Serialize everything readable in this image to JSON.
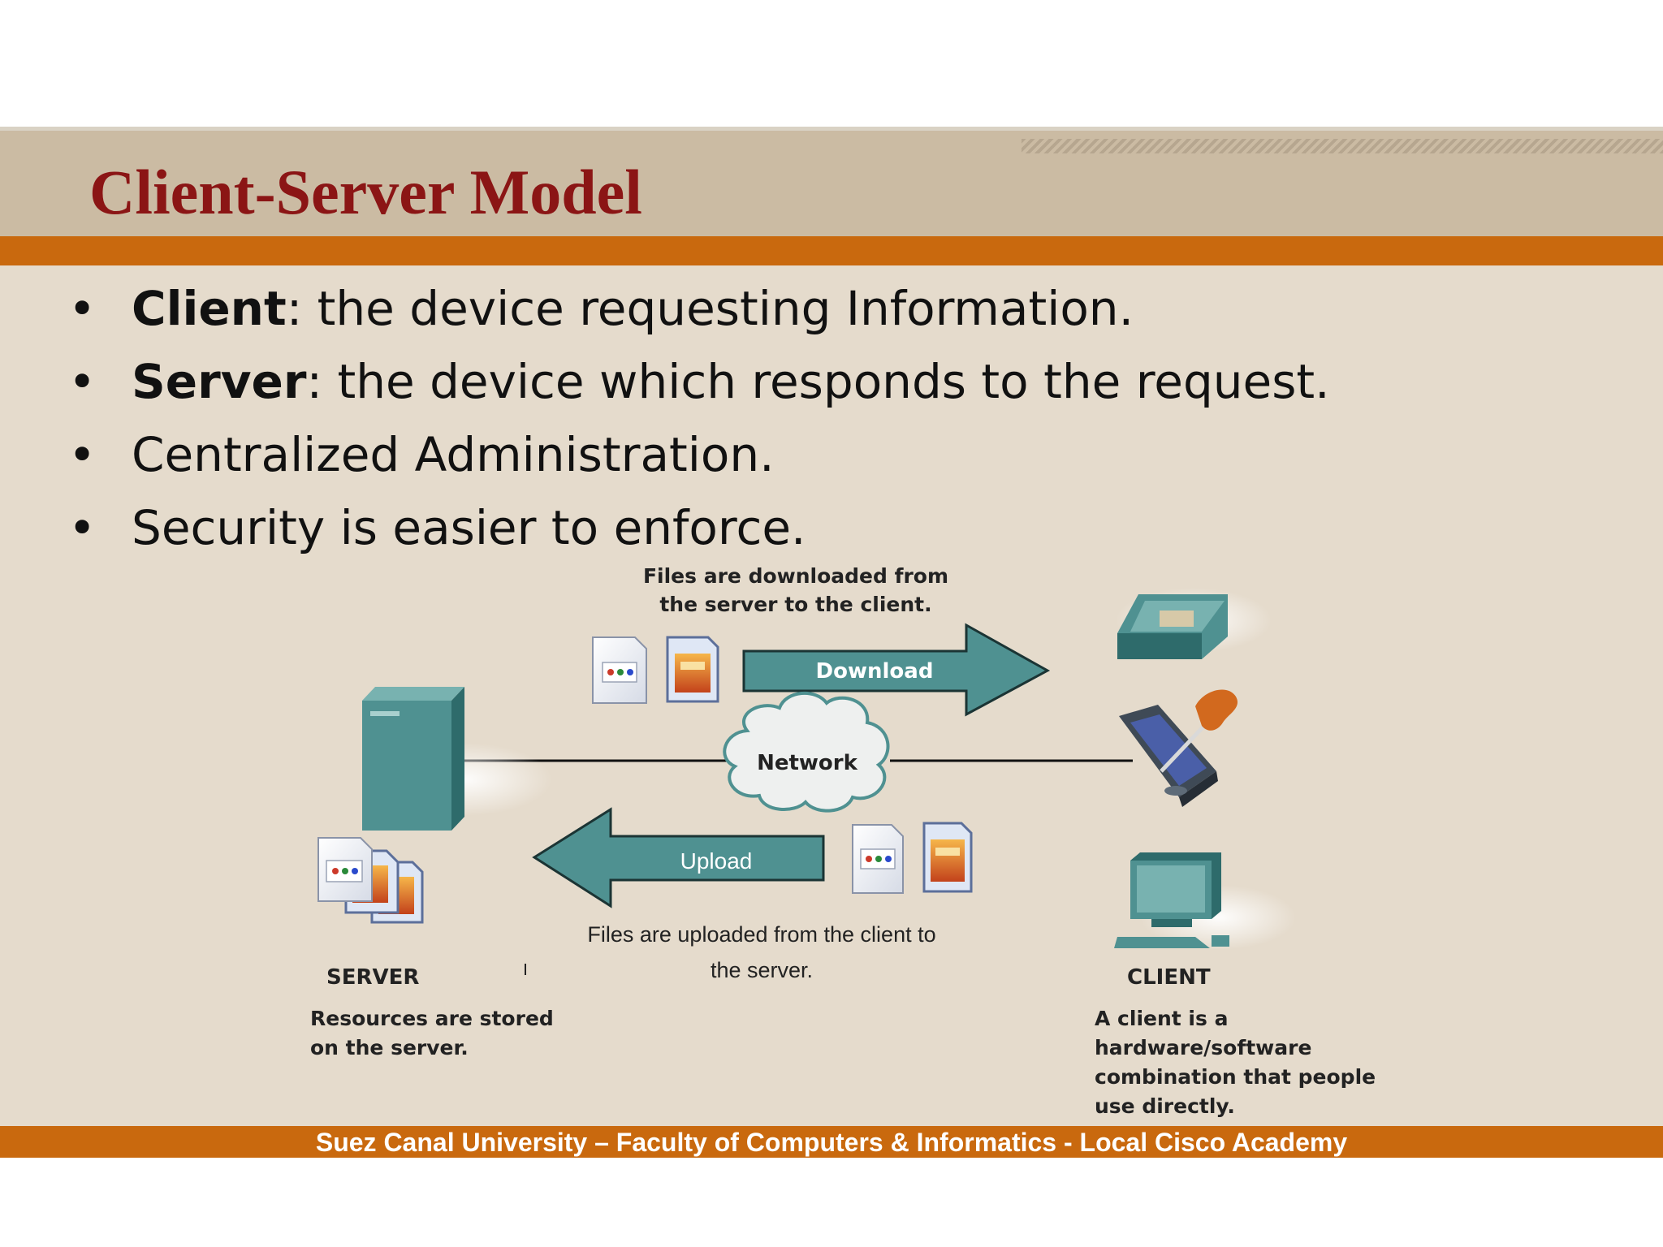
{
  "slide": {
    "title": "Client-Server Model",
    "bullets": [
      {
        "bold": "Client",
        "rest": ": the device requesting Information."
      },
      {
        "bold": "Server",
        "rest": ": the device which responds to the request."
      },
      {
        "bold": "",
        "rest": "Centralized Administration."
      },
      {
        "bold": "",
        "rest": "Security is easier to enforce."
      }
    ],
    "footer": "Suez Canal University – Faculty of Computers & Informatics - Local Cisco Academy"
  },
  "diagram": {
    "download_caption_line1": "Files are downloaded from",
    "download_caption_line2": "the server to the client.",
    "download_label": "Download",
    "network_label": "Network",
    "upload_label": "Upload",
    "upload_caption_line1": "Files are uploaded from the client to",
    "upload_caption_line2": "the server.",
    "server_label": "SERVER",
    "server_desc_line1": "Resources are stored",
    "server_desc_line2": "on the server.",
    "client_label": "CLIENT",
    "client_desc_line1": "A client is a",
    "client_desc_line2": "hardware/software",
    "client_desc_line3": "combination that people",
    "client_desc_line4": "use directly.",
    "icons": [
      "server-tower-icon",
      "ip-phone-icon",
      "pda-icon",
      "desktop-computer-icon",
      "document-icon",
      "image-file-icon",
      "network-cloud-icon"
    ],
    "colors": {
      "teal": "#4f9191",
      "teal_dark": "#2e6b6b",
      "teal_light": "#78b2b0",
      "arrow_outline": "#1b3434"
    }
  }
}
